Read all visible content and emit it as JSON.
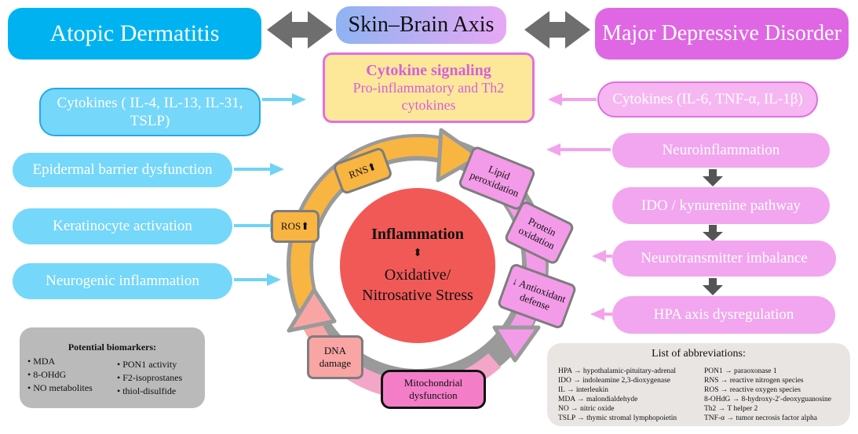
{
  "header": {
    "left_title": "Atopic Dermatitis",
    "center_title": "Skin–Brain Axis",
    "right_title": "Major Depressive Disorder"
  },
  "cytokine_signaling": {
    "heading": "Cytokine signaling",
    "subtitle": "Pro-inflammatory and Th2 cytokines"
  },
  "left_boxes": {
    "cytokines": "Cytokines ( IL-4, IL-13, IL-31, TSLP)",
    "items": [
      "Epidermal barrier dysfunction",
      "Keratinocyte activation",
      "Neurogenic inflammation"
    ]
  },
  "right_boxes": {
    "cytokines": "Cytokines (IL-6, TNF-α, IL-1β)",
    "items": [
      "Neuroinflammation",
      "IDO / kynurenine pathway",
      "Neurotransmitter imbalance",
      "HPA axis dysregulation"
    ]
  },
  "center": {
    "heading": "Inflammation",
    "arrow": "⬍",
    "subtitle_line1": "Oxidative/",
    "subtitle_line2": "Nitrosative Stress"
  },
  "cycle_nodes": {
    "rns": "RNS⬆",
    "ros": "ROS⬆",
    "lipid": "Lipid peroxidation",
    "protein": "Protein oxidation",
    "antioxidant": "↓ Antioxidant defense",
    "mito": "Mitochondrial dysfunction",
    "dna": "DNA damage"
  },
  "biomarkers": {
    "title": "Potential biomarkers:",
    "col1": [
      "MDA",
      "8-OHdG",
      "NO metabolites"
    ],
    "col2": [
      "PON1 activity",
      "F2-isoprostanes",
      "thiol-disulfide"
    ]
  },
  "abbreviations": {
    "title": "List of abbreviations:",
    "col1": [
      "HPA → hypothalamic-pituitary-adrenal",
      "IDO → indoleamine 2,3-dioxygenase",
      "IL → interleukin",
      "MDA → malondialdehyde",
      "NO → nitric oxide",
      "TSLP → thymic stromal lymphopoietin"
    ],
    "col2": [
      "PON1 → paraoxonase 1",
      "RNS → reactive nitrogen species",
      "ROS → reactive oxygen species",
      "8-OHdG → 8-hydroxy-2′-deoxyguanosine",
      "Th2 → T helper 2",
      "TNF-α → tumor necrosis factor alpha"
    ]
  },
  "colors": {
    "ad_blue": "#00b3f0",
    "mdd_magenta": "#df67e3",
    "inflammation_red": "#f15957",
    "cycle_orange": "#f8b542",
    "cycle_pink": "#f39be8"
  }
}
